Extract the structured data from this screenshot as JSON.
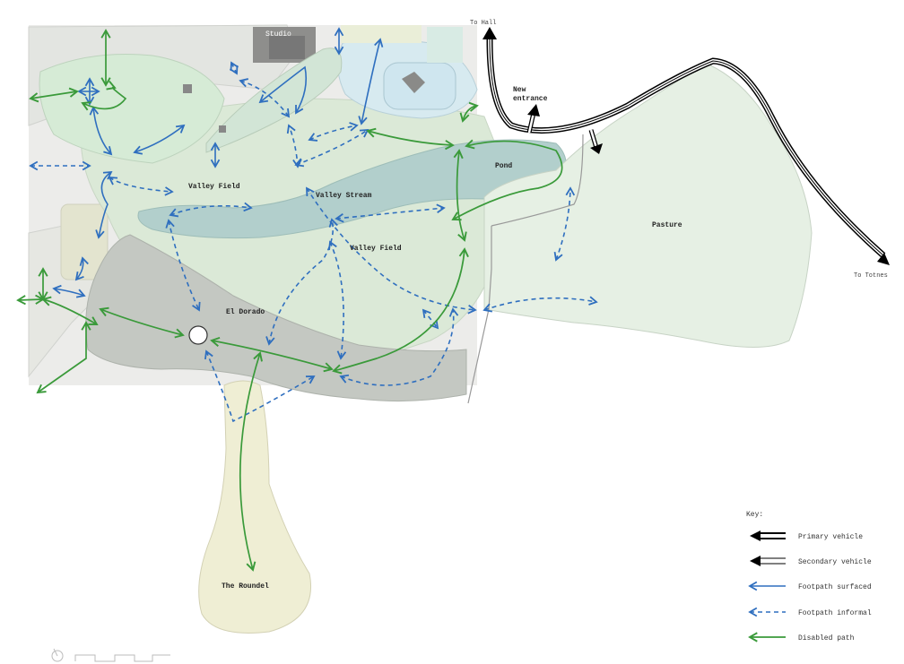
{
  "labels": {
    "studio": "Studio",
    "to_hall": "To Hall",
    "new_entrance_1": "New",
    "new_entrance_2": "entrance",
    "valley_field_upper": "Valley Field",
    "valley_stream": "Valley Stream",
    "pond": "Pond",
    "valley_field_lower": "Valley Field",
    "pasture": "Pasture",
    "to_totnes": "To Totnes",
    "el_dorado": "El Dorado",
    "the_roundel": "The Roundel"
  },
  "key": {
    "title": "Key:",
    "items": [
      {
        "label": "Primary vehicle",
        "style": "primary",
        "color": "#000000"
      },
      {
        "label": "Secondary vehicle",
        "style": "secondary",
        "color": "#000000"
      },
      {
        "label": "Footpath surfaced",
        "style": "surfaced",
        "color": "#2f6fbf"
      },
      {
        "label": "Footpath informal",
        "style": "informal",
        "color": "#2f6fbf"
      },
      {
        "label": "Disabled path",
        "style": "disabled",
        "color": "#3a9a3a"
      }
    ]
  },
  "colors": {
    "footpath_blue": "#2f6fbf",
    "disabled_green": "#3a9a3a",
    "field_green": "#dfeedd",
    "stream_teal": "#a9c9c6",
    "woodland_grey": "#c6cbc5",
    "roundel_cream": "#eeeccf"
  },
  "icons": [
    "compass-icon",
    "scale-bar-icon"
  ]
}
